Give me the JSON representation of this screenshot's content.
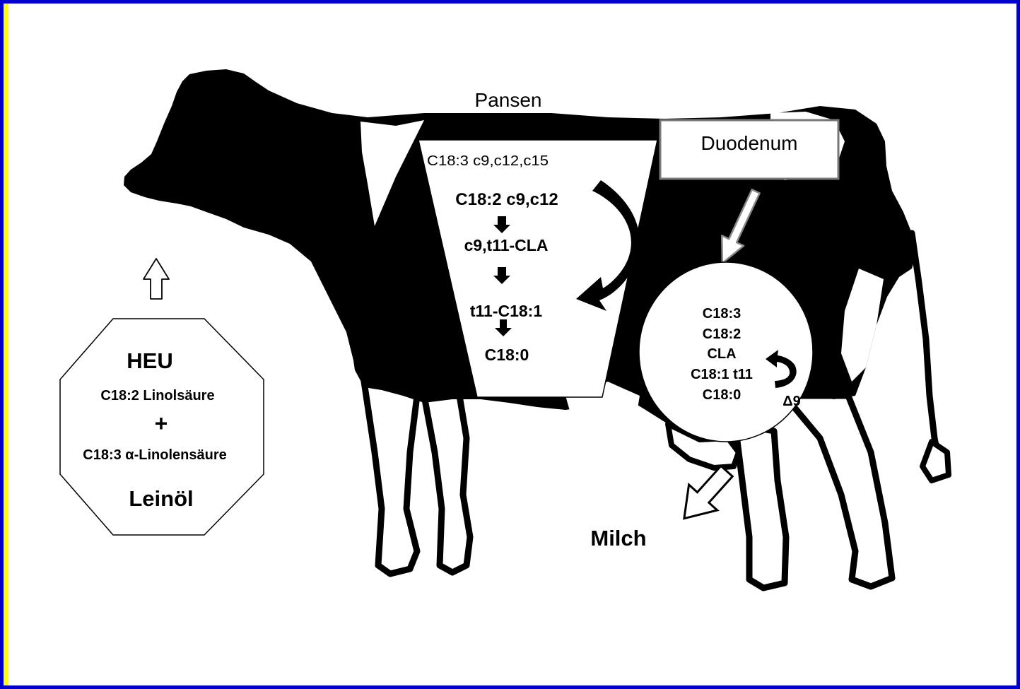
{
  "colors": {
    "frame_outer": "#0000cc",
    "frame_inner_left": "#ffff00",
    "cow_dark": "#000000",
    "cow_light": "#ffffff",
    "duodenum_border": "#777777",
    "background": "#ffffff"
  },
  "labels": {
    "pansen": "Pansen",
    "duodenum": "Duodenum",
    "milch": "Milch"
  },
  "feed": {
    "heu": "HEU",
    "linol": "C18:2 Linolsäure",
    "plus": "+",
    "linolen": "C18:3 α-Linolensäure",
    "leinoel": "Leinöl"
  },
  "rumen": {
    "top": "C18:3 c9,c12,c15",
    "step1": "C18:2 c9,c12",
    "step2": "c9,t11-CLA",
    "step3": "t11-C18:1",
    "step4": "C18:0"
  },
  "udder": {
    "l1": "C18:3",
    "l2": "C18:2",
    "l3": "CLA",
    "l4": "C18:1 t11",
    "l5": "C18:0",
    "desaturase": "Δ9"
  },
  "icons": {
    "feed_arrow": "up-hollow-arrow-icon",
    "duodenum_arrow": "down-left-hollow-arrow-icon",
    "milk_arrow": "down-left-hollow-arrow-icon",
    "rumen_cycle": "curved-arrow-icon",
    "udder_cycle": "curved-arrow-icon"
  }
}
